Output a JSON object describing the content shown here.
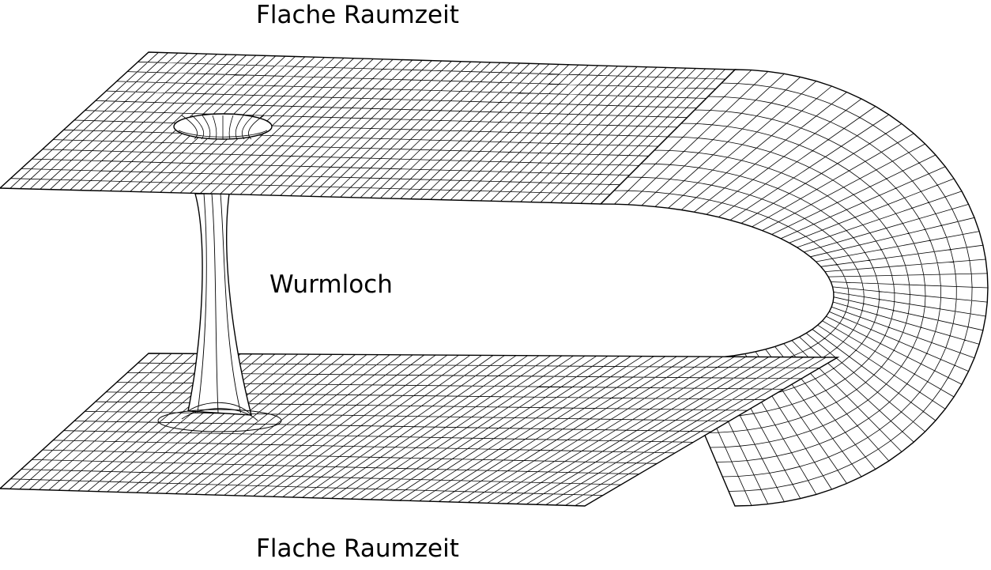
{
  "labels": {
    "top_sheet": "Flache Raumzeit",
    "wormhole": "Wurmloch",
    "bottom_sheet": "Flache Raumzeit"
  },
  "colors": {
    "line": "#000000",
    "background": "#ffffff",
    "surface": "#ffffff"
  }
}
